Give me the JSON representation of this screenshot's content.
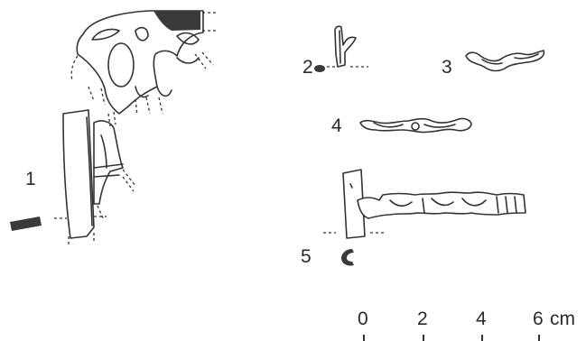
{
  "figure": {
    "labels": [
      "1",
      "2",
      "3",
      "4",
      "5"
    ]
  },
  "scale_bar": {
    "ticks": [
      "0",
      "2",
      "4",
      "6"
    ],
    "unit": "cm"
  }
}
